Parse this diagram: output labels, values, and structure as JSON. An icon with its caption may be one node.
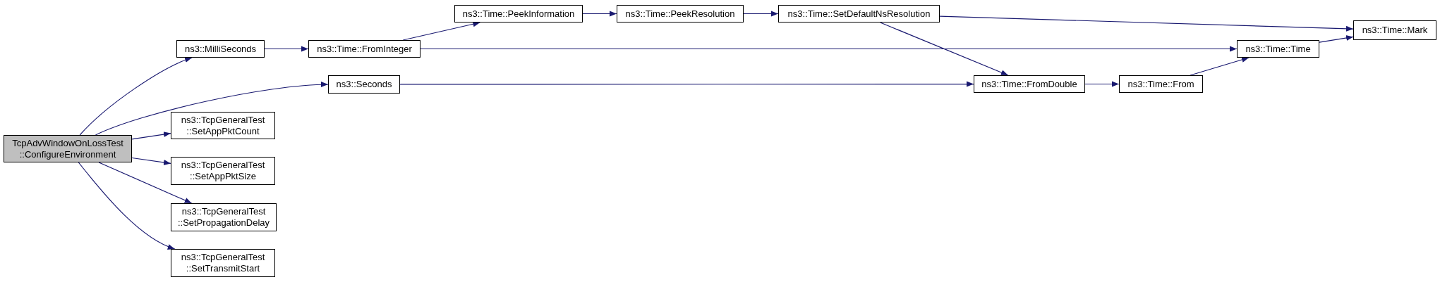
{
  "diagram": {
    "nodes": [
      {
        "text": [
          "TcpAdvWindowOnLossTest ::ConfigureEnvironment"
        ]
      },
      {
        "text": [
          "ns3::MilliSeconds"
        ]
      },
      {
        "text": [
          "ns3::Seconds"
        ]
      },
      {
        "text": [
          "ns3::TcpGeneralTest ::SetAppPktCount"
        ]
      },
      {
        "text": [
          "ns3::TcpGeneralTest ::SetAppPktSize"
        ]
      },
      {
        "text": [
          "ns3::TcpGeneralTest ::SetPropagationDelay"
        ]
      },
      {
        "text": [
          "ns3::TcpGeneralTest ::SetTransmitStart"
        ]
      },
      {
        "text": [
          "ns3::Time::FromInteger"
        ]
      },
      {
        "text": [
          "ns3::Time::PeekInformation"
        ]
      },
      {
        "text": [
          "ns3::Time::PeekResolution"
        ]
      },
      {
        "text": [
          "ns3::Time::SetDefaultNsResolution"
        ]
      },
      {
        "text": [
          "ns3::Time::FromDouble"
        ]
      },
      {
        "text": [
          "ns3::Time::From"
        ]
      },
      {
        "text": [
          "ns3::Time::Time"
        ]
      },
      {
        "text": [
          "ns3::Time::Mark"
        ]
      }
    ],
    "edges": [
      {
        "from": 0,
        "to": 1,
        "arrow": "to"
      },
      {
        "from": 0,
        "to": 2,
        "arrow": "to"
      },
      {
        "from": 0,
        "to": 3,
        "arrow": "to"
      },
      {
        "from": 0,
        "to": 4,
        "arrow": "to"
      },
      {
        "from": 0,
        "to": 5,
        "arrow": "to"
      },
      {
        "from": 0,
        "to": 6,
        "arrow": "to"
      },
      {
        "from": 1,
        "to": 7,
        "arrow": "to"
      },
      {
        "from": 7,
        "to": 8,
        "arrow": "to"
      },
      {
        "from": 8,
        "to": 9,
        "arrow": "to"
      },
      {
        "from": 9,
        "to": 10,
        "arrow": "to"
      },
      {
        "from": 10,
        "to": 14,
        "arrow": "to"
      },
      {
        "from": 10,
        "to": 11,
        "arrow": "to"
      },
      {
        "from": 7,
        "to": 13,
        "arrow": "to"
      },
      {
        "from": 2,
        "to": 11,
        "arrow": "to"
      },
      {
        "from": 11,
        "to": 12,
        "arrow": "to"
      },
      {
        "from": 12,
        "to": 13,
        "arrow": "to"
      },
      {
        "from": 13,
        "to": 14,
        "arrow": "to"
      }
    ]
  }
}
